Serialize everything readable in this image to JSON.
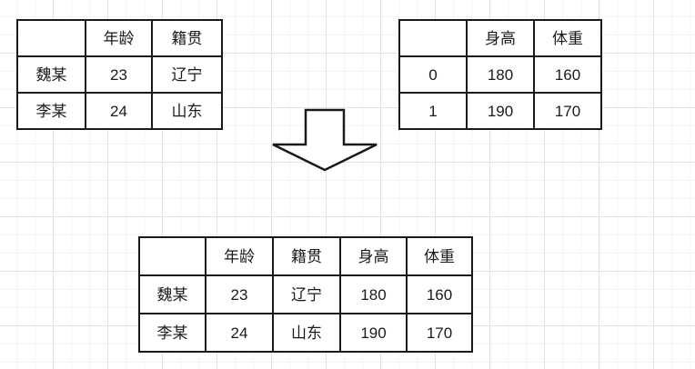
{
  "diagram": {
    "title": "table-merge-diagram",
    "arrow": {
      "icon": "down-block-arrow-icon",
      "direction": "down"
    },
    "colors": {
      "border": "#1a1a1a",
      "text": "#1b1b1b",
      "canvas": "#ffffff",
      "grid_minor": "#f4f4f4",
      "grid_major": "#e2e2e2"
    }
  },
  "table_a": {
    "name": "source-table-left",
    "headers": [
      "",
      "年龄",
      "籍贯"
    ],
    "rows": [
      [
        "魏某",
        "23",
        "辽宁"
      ],
      [
        "李某",
        "24",
        "山东"
      ]
    ]
  },
  "table_b": {
    "name": "source-table-right",
    "headers": [
      "",
      "身高",
      "体重"
    ],
    "rows": [
      [
        "0",
        "180",
        "160"
      ],
      [
        "1",
        "190",
        "170"
      ]
    ]
  },
  "table_c": {
    "name": "result-table-merged",
    "headers": [
      "",
      "年龄",
      "籍贯",
      "身高",
      "体重"
    ],
    "rows": [
      [
        "魏某",
        "23",
        "辽宁",
        "180",
        "160"
      ],
      [
        "李某",
        "24",
        "山东",
        "190",
        "170"
      ]
    ]
  }
}
